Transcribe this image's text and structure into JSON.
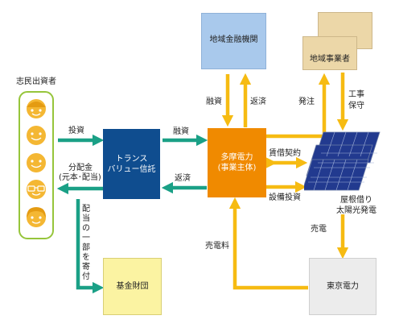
{
  "investors": {
    "title": "志民出資者"
  },
  "trust": {
    "line1": "トランス",
    "line2": "バリュー信託"
  },
  "tama": {
    "line1": "多摩電力",
    "line2": "(事業主体)"
  },
  "bank": {
    "label": "地域金融機関"
  },
  "business": {
    "label": "地域事業者"
  },
  "solar": {
    "label1": "屋根借り",
    "label2": "太陽光発電"
  },
  "tokyo": {
    "label": "東京電力"
  },
  "fund": {
    "label": "基金財団"
  },
  "flows": {
    "invest": "投資",
    "dividend1": "分配金",
    "dividend2": "(元本･配当)",
    "loan_trust": "融資",
    "repay_trust": "返済",
    "loan_bank": "融資",
    "repay_bank": "返済",
    "order": "発注",
    "construction": "工事",
    "maintenance": "保守",
    "lease": "賃借契約",
    "capex": "設備投資",
    "sell_power": "売電",
    "power_fee": "売電料",
    "donation": "配当の一部を寄付"
  },
  "colors": {
    "teal": "#1aa086",
    "yellow": "#f6bb12",
    "trust_bg": "#0f4d8f",
    "tama_bg": "#f08a00",
    "bank_bg": "#a9c9ec",
    "business_bg": "#ecd7a8",
    "fund_bg": "#fbf3a2",
    "tokyo_bg": "#ececec",
    "investors_border": "#96c53b",
    "face": "#f4b733"
  }
}
